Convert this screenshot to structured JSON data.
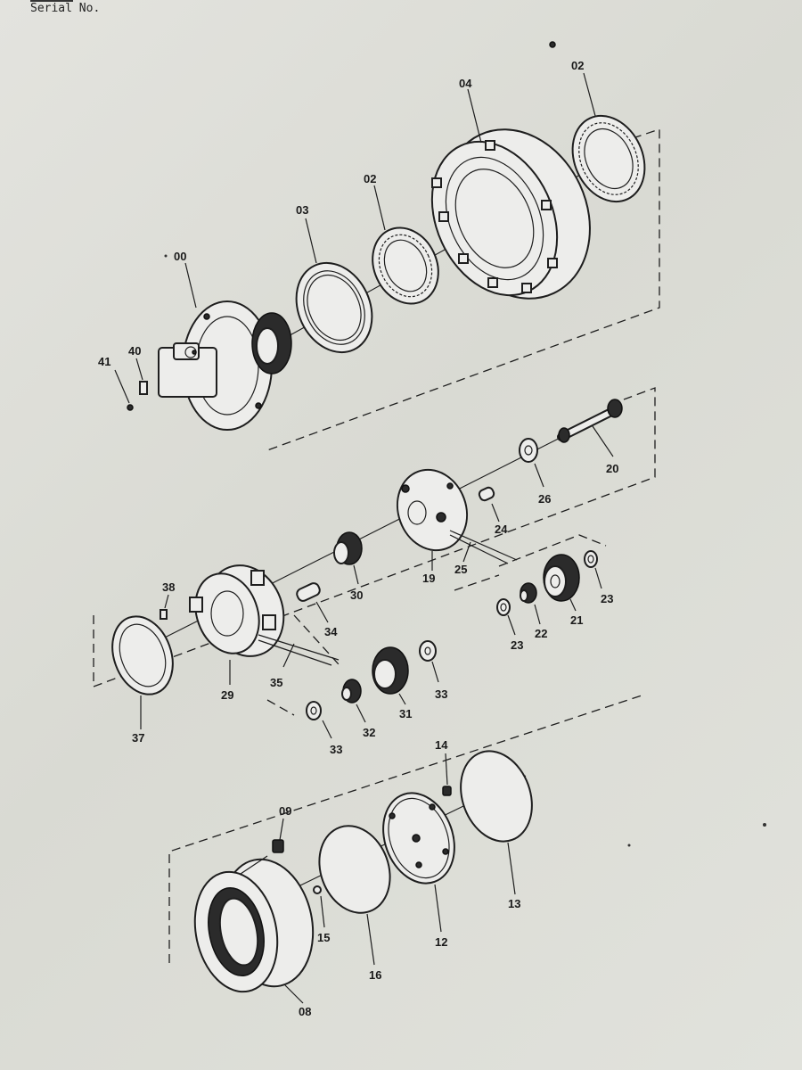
{
  "header": {
    "serial_label": "Serial No."
  },
  "labels": {
    "p00": "00",
    "p02a": "02",
    "p02b": "02",
    "p03": "03",
    "p04": "04",
    "p40": "40",
    "p41": "41",
    "p19": "19",
    "p20": "20",
    "p21": "21",
    "p22": "22",
    "p23a": "23",
    "p23b": "23",
    "p24": "24",
    "p25": "25",
    "p26": "26",
    "p29": "29",
    "p30": "30",
    "p31": "31",
    "p32": "32",
    "p33a": "33",
    "p33b": "33",
    "p34": "34",
    "p35": "35",
    "p37": "37",
    "p38": "38",
    "p08": "08",
    "p09": "09",
    "p12": "12",
    "p13": "13",
    "p14": "14",
    "p15": "15",
    "p16": "16"
  }
}
